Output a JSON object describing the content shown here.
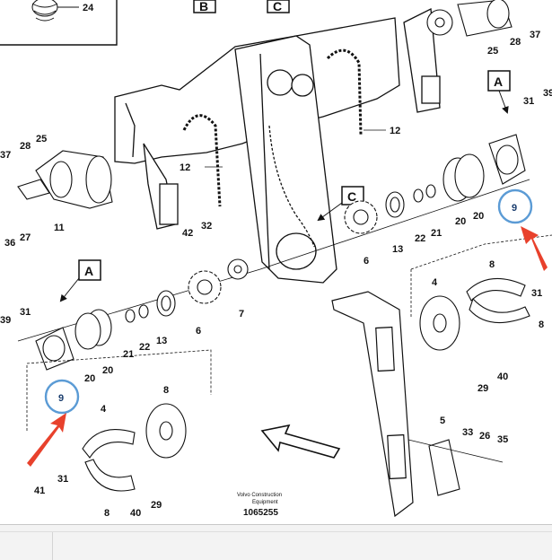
{
  "parts": [
    {
      "id": "p24a",
      "text": "24"
    },
    {
      "id": "p25t",
      "text": "25"
    },
    {
      "id": "p28t",
      "text": "28"
    },
    {
      "id": "p37t",
      "text": "37"
    },
    {
      "id": "p12a",
      "text": "12"
    },
    {
      "id": "p12b",
      "text": "12"
    },
    {
      "id": "p37l",
      "text": "37"
    },
    {
      "id": "p28l",
      "text": "28"
    },
    {
      "id": "p25l",
      "text": "25"
    },
    {
      "id": "p11",
      "text": "11"
    },
    {
      "id": "p36",
      "text": "36"
    },
    {
      "id": "p27",
      "text": "27"
    },
    {
      "id": "p42",
      "text": "42"
    },
    {
      "id": "p32",
      "text": "32"
    },
    {
      "id": "p7",
      "text": "7"
    },
    {
      "id": "p6a",
      "text": "6"
    },
    {
      "id": "p13a",
      "text": "13"
    },
    {
      "id": "p22a",
      "text": "22"
    },
    {
      "id": "p21a",
      "text": "21"
    },
    {
      "id": "p20a",
      "text": "20"
    },
    {
      "id": "p20b",
      "text": "20"
    },
    {
      "id": "p31a",
      "text": "31"
    },
    {
      "id": "p39a",
      "text": "39"
    },
    {
      "id": "p6b",
      "text": "6"
    },
    {
      "id": "p13b",
      "text": "13"
    },
    {
      "id": "p22b",
      "text": "22"
    },
    {
      "id": "p21b",
      "text": "21"
    },
    {
      "id": "p20c",
      "text": "20"
    },
    {
      "id": "p20d",
      "text": "20"
    },
    {
      "id": "p39b",
      "text": "39"
    },
    {
      "id": "p31b",
      "text": "31"
    },
    {
      "id": "p4a",
      "text": "4"
    },
    {
      "id": "p8a",
      "text": "8"
    },
    {
      "id": "p8b",
      "text": "8"
    },
    {
      "id": "p31c",
      "text": "31"
    },
    {
      "id": "p29a",
      "text": "29"
    },
    {
      "id": "p40a",
      "text": "40"
    },
    {
      "id": "p8c",
      "text": "8"
    },
    {
      "id": "p4b",
      "text": "4"
    },
    {
      "id": "p41",
      "text": "41"
    },
    {
      "id": "p31d",
      "text": "31"
    },
    {
      "id": "p8d",
      "text": "8"
    },
    {
      "id": "p40b",
      "text": "40"
    },
    {
      "id": "p29b",
      "text": "29"
    },
    {
      "id": "p5",
      "text": "5"
    },
    {
      "id": "p33",
      "text": "33"
    },
    {
      "id": "p26",
      "text": "26"
    },
    {
      "id": "p35",
      "text": "35"
    },
    {
      "id": "p9a",
      "text": "9"
    },
    {
      "id": "p9b",
      "text": "9"
    }
  ],
  "callouts": {
    "b_top": "B",
    "c_top": "C",
    "c_mid": "C",
    "a_right": "A",
    "a_left": "A"
  },
  "footer": {
    "brand_line1": "Volvo Construction",
    "brand_line2": "Equipment",
    "drawing_number": "1065255"
  },
  "colors": {
    "highlight_circle": "#5b9bd5",
    "arrow": "#e8412c",
    "line": "#111111",
    "toolbar": "#f3f3f3"
  }
}
